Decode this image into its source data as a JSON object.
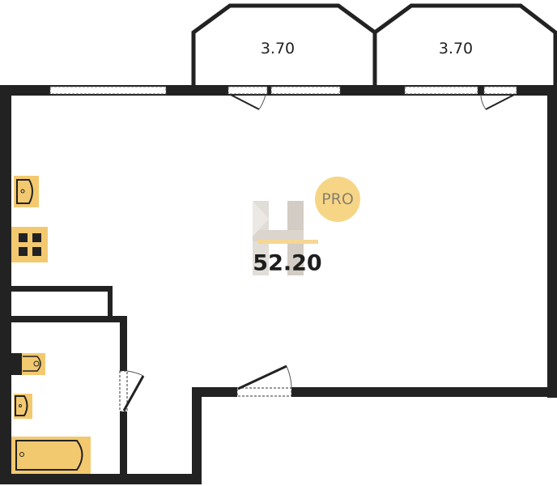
{
  "plan": {
    "total_area": "52.20",
    "badge": "PRO",
    "balconies": [
      {
        "area": "3.70"
      },
      {
        "area": "3.70"
      }
    ],
    "colors": {
      "wall": "#222222",
      "fixture": "#f3c970",
      "logo": "#b8b0a6",
      "badge": "#f6d686"
    }
  }
}
